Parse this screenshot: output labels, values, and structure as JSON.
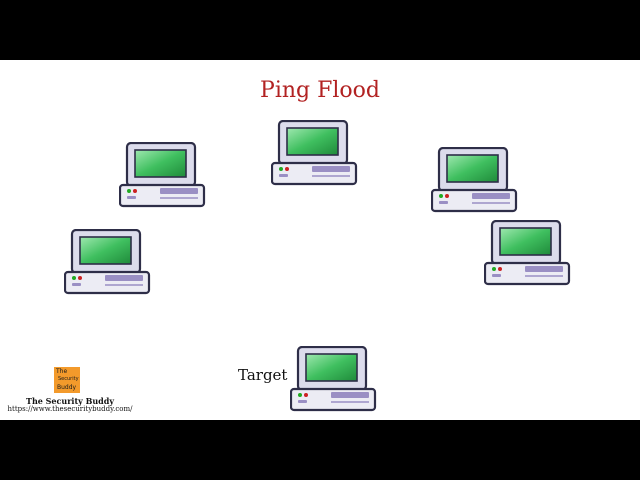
{
  "diagram": {
    "title": "Ping Flood",
    "target_label": "Target",
    "computers": [
      {
        "role": "attacker"
      },
      {
        "role": "attacker"
      },
      {
        "role": "attacker"
      },
      {
        "role": "attacker"
      },
      {
        "role": "attacker"
      },
      {
        "role": "target"
      }
    ]
  },
  "branding": {
    "logo_text": {
      "top": "The",
      "middle": "Security",
      "bottom": "Buddy"
    },
    "name": "The Security Buddy",
    "url": "https://www.thesecuritybuddy.com/"
  },
  "colors": {
    "title": "#b22222",
    "frame": "#dcdcec",
    "outline": "#2e2e48",
    "screen": "#3fbf5f",
    "logo_bg": "#f39a2b",
    "led_green": "#22aa22",
    "led_red": "#cc2222",
    "slot": "#9a8fc4"
  }
}
